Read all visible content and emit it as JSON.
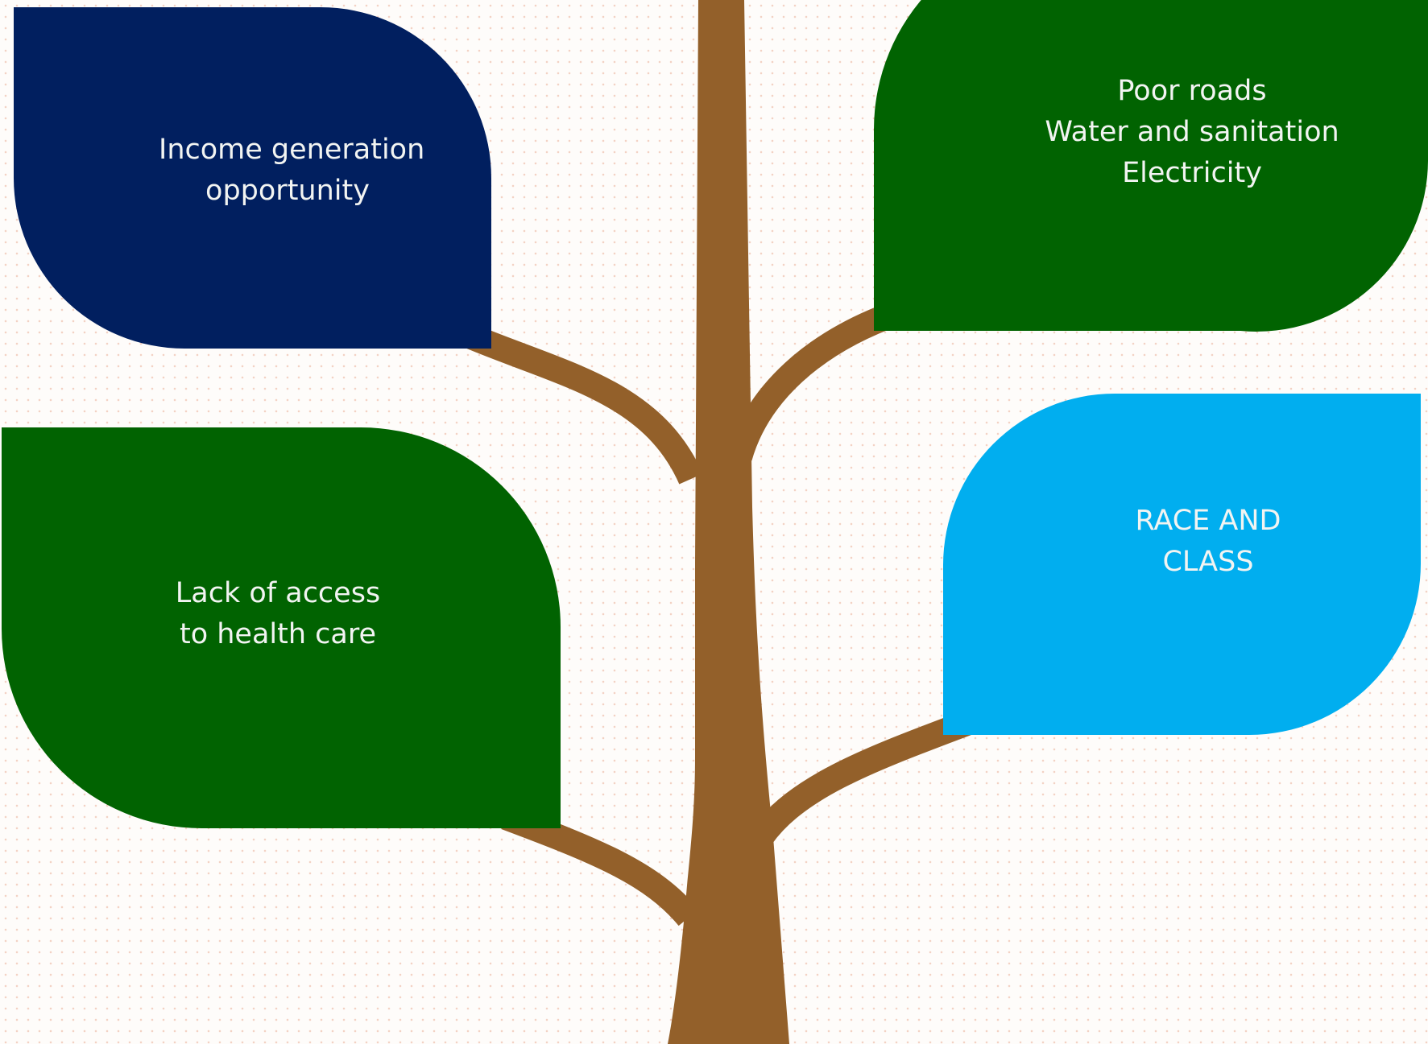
{
  "diagram": {
    "colors": {
      "trunk": "#93602a",
      "leaf_navy": "#011f5f",
      "leaf_green": "#016301",
      "leaf_cyan": "#01aeef",
      "label_text": "#f2f4f2"
    },
    "leaves": [
      {
        "id": "income",
        "fill": "#011f5f",
        "lines": [
          "Income generation",
          "opportunity"
        ]
      },
      {
        "id": "infrastructure",
        "fill": "#016301",
        "lines": [
          "Poor roads",
          "Water and sanitation",
          "Electricity"
        ]
      },
      {
        "id": "health",
        "fill": "#016301",
        "lines": [
          "Lack  of access",
          "to health care"
        ]
      },
      {
        "id": "race",
        "fill": "#01aeef",
        "lines": [
          "RACE AND",
          "CLASS"
        ]
      }
    ]
  }
}
